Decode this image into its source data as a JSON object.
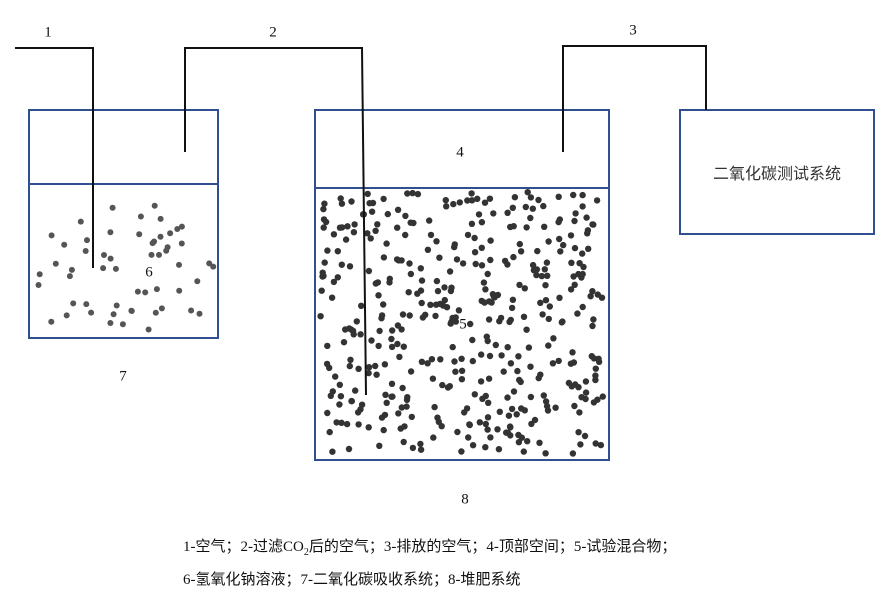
{
  "labels": {
    "n1": "1",
    "n2": "2",
    "n3": "3",
    "n4": "4",
    "n5": "5",
    "n6": "6",
    "n7": "7",
    "n8": "8"
  },
  "test_system": "二氧化碳测试系统",
  "caption": {
    "line1_a": "1-空气；2-过滤CO",
    "line1_sub": "2",
    "line1_b": "后的空气；3-排放的空气；4-顶部空间；5-试验混合物；",
    "line2": "6-氢氧化钠溶液；7-二氧化碳吸收系统；8-堆肥系统"
  },
  "colors": {
    "box": "#2f4f8f",
    "pipe": "#111111",
    "dot_mix": "#333333",
    "dot_naoh": "#555555"
  }
}
